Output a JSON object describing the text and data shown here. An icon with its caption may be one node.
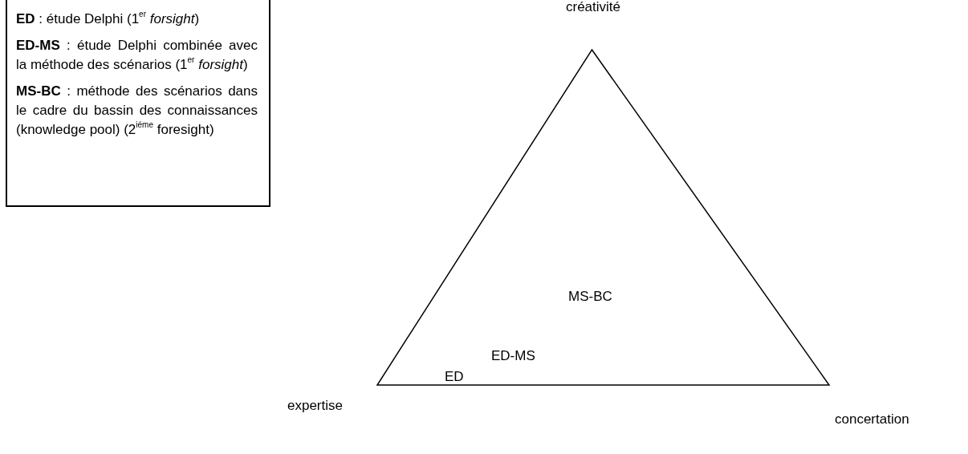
{
  "diagram": {
    "nodes": [
      {
        "text": [
          "**ED** : étude Delphi (1$^{er}$ *forsight*)",
          "**ED-MS** : étude Delphi combinée avec la méthode des scénarios (1$^{er}$ *forsight*)",
          "**MS-BC** : méthode des scénarios dans le cadre du bassin des connaissances (knowledge pool) (2$^{iéme}$ foresight)"
        ]
      },
      {
        "text": [
          "MS-BC",
          "ED-MS",
          "ED"
        ],
        "beside": [
          "créativité",
          "expertise",
          "concertation"
        ]
      }
    ],
    "edges": []
  }
}
